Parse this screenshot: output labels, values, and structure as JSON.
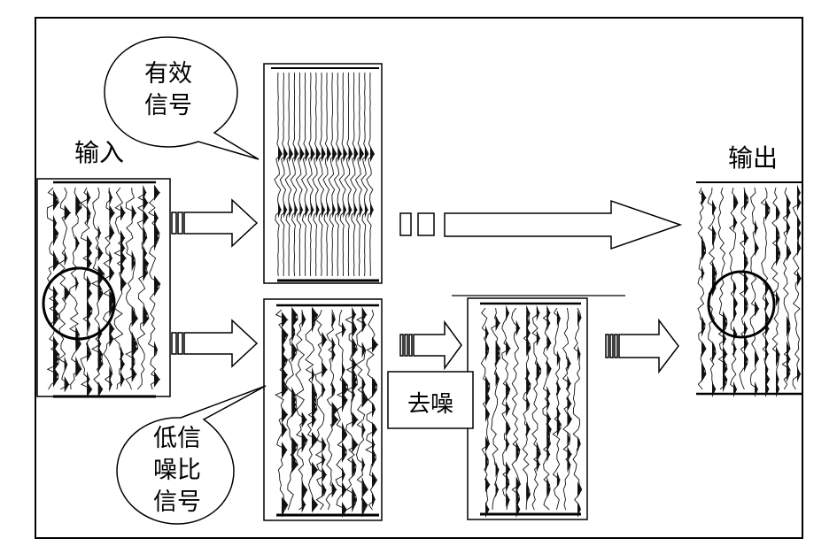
{
  "labels": {
    "input": "输入",
    "output": "输出",
    "effective_signal_line1": "有效",
    "effective_signal_line2": "信号",
    "low_snr_line1": "低信",
    "low_snr_line2": "噪比",
    "low_snr_line3": "信号",
    "denoise": "去噪"
  },
  "icons": {
    "arrow": "block-arrow-right",
    "callout": "speech-bubble",
    "highlight": "circle-highlight"
  },
  "colors": {
    "stroke": "#000000",
    "background": "#ffffff",
    "trace": "#111111"
  }
}
